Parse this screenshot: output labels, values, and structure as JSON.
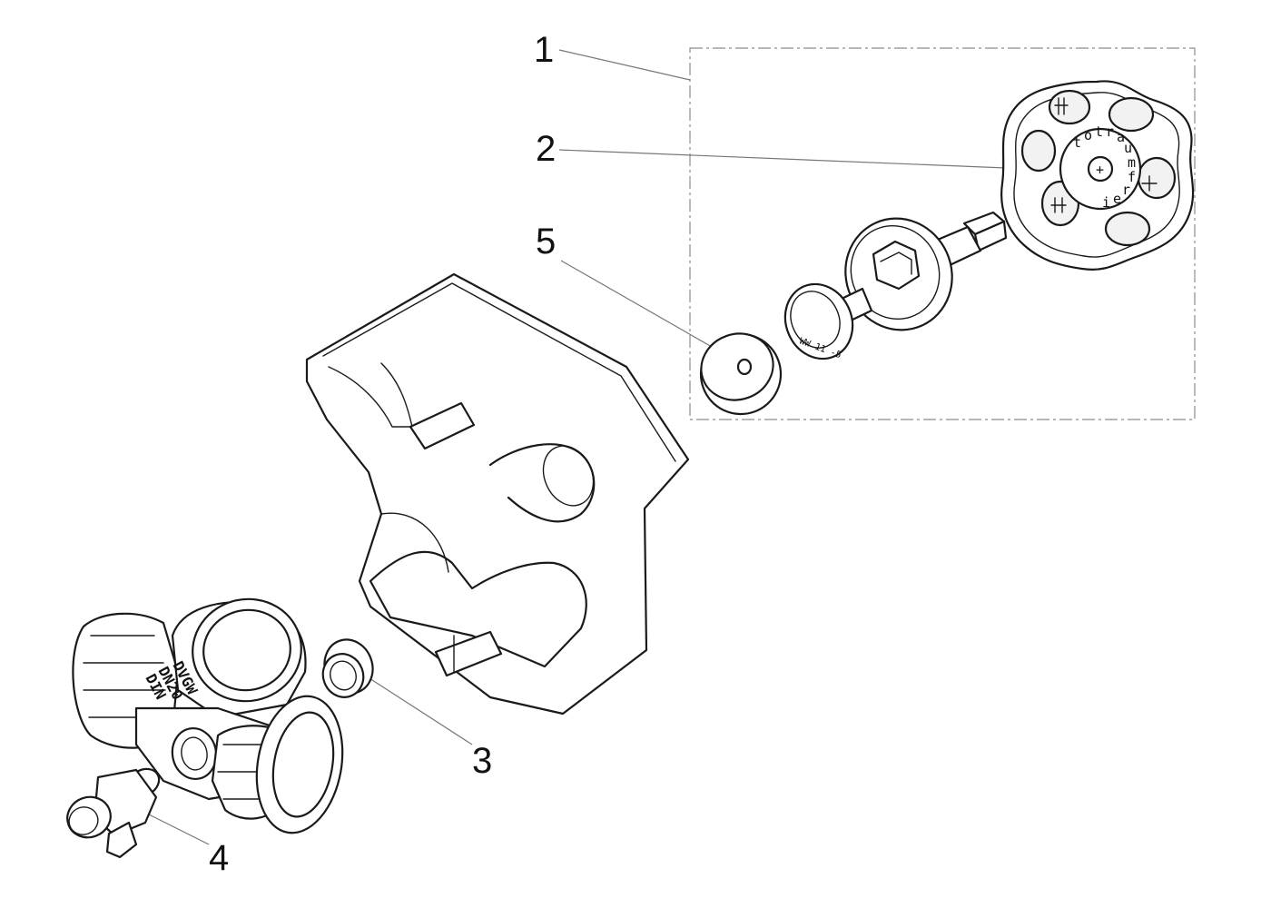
{
  "callouts": [
    {
      "number": "1",
      "part": "upper-part-assembly"
    },
    {
      "number": "2",
      "part": "handwheel"
    },
    {
      "number": "3",
      "part": "plug"
    },
    {
      "number": "4",
      "part": "drain-valve"
    },
    {
      "number": "5",
      "part": "valve-disc-seal"
    }
  ],
  "engravings": {
    "handwheel_letters": [
      "t",
      "o",
      "t",
      "r",
      "a",
      "u",
      "m",
      "f",
      "r",
      "e",
      "i"
    ],
    "handwheel_symbol": "+",
    "body_marking_lines": [
      "DVGW",
      "DN20",
      "DIN"
    ],
    "disc_marking": "WW 11 -5"
  },
  "colors": {
    "linework": "#1a1a1a",
    "leader": "#777777",
    "frame": "#8c8c8c",
    "background": "#ffffff"
  }
}
